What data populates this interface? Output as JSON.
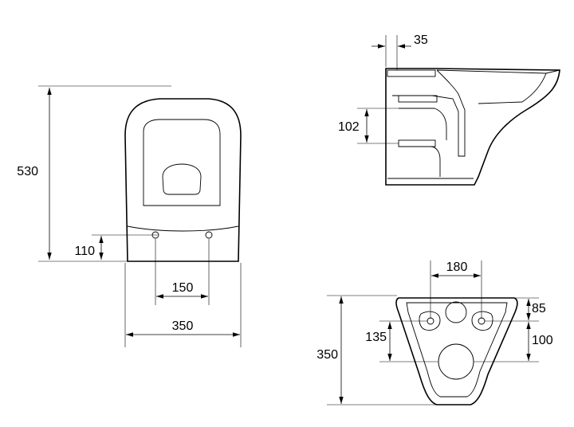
{
  "dimensions": {
    "front_height": "530",
    "front_hole_height": "110",
    "front_hole_spacing": "150",
    "front_width": "350",
    "side_offset": "35",
    "side_height": "102",
    "bottom_hole_spacing": "180",
    "bottom_top_offset": "85",
    "bottom_hole_depth": "135",
    "bottom_outlet_depth": "100",
    "bottom_length": "350"
  }
}
